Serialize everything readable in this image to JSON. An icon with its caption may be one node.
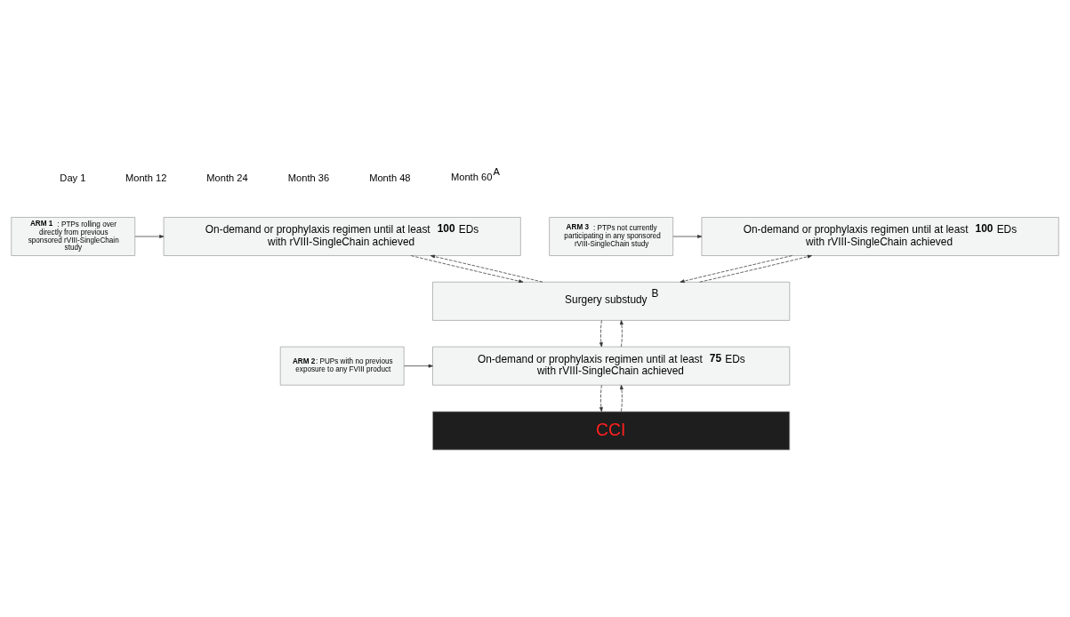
{
  "diagram": {
    "nodes": [
      {
        "text": [
          "**ARM 1**: PTPs rolling over directly from previous sponsored rVIII-SingleChain study"
        ]
      },
      {
        "text": [
          "On-demand or prophylaxis regimen until at least **100** EDs with rVIII-SingleChain achieved"
        ]
      },
      {
        "text": [
          "**ARM 3**: PTPs not currently participating in any sponsored rVIII-SingleChain study"
        ]
      },
      {
        "text": [
          "On-demand or prophylaxis regimen until at least **100** EDs with rVIII-SingleChain achieved"
        ]
      },
      {
        "text": [
          "Surgery substudy $^{B}$"
        ]
      },
      {
        "text": [
          "**ARM 2**: PUPs with no previous exposure to any FVIII product"
        ]
      },
      {
        "text": [
          "On-demand or prophylaxis regimen until at least **75** EDs with rVIII-SingleChain achieved"
        ]
      },
      {
        "text": [
          "CCI"
        ]
      }
    ],
    "edges": [
      {
        "from": 0,
        "to": 1,
        "arrow": "to"
      },
      {
        "from": 2,
        "to": 3,
        "arrow": "to"
      },
      {
        "from": 1,
        "to": 4,
        "arrow": "to",
        "style": "dashed"
      },
      {
        "from": 3,
        "to": 4,
        "arrow": "to",
        "style": "dashed"
      },
      {
        "from": 4,
        "to": 1,
        "arrow": "to",
        "style": "dashed"
      },
      {
        "from": 4,
        "to": 3,
        "arrow": "to",
        "style": "dashed"
      },
      {
        "from": 6,
        "to": 4,
        "arrow": "to",
        "style": "dashed"
      },
      {
        "from": 4,
        "to": 6,
        "arrow": "to",
        "style": "dashed"
      },
      {
        "from": 5,
        "to": 6,
        "arrow": "to"
      },
      {
        "from": 6,
        "to": 7,
        "arrow": "to",
        "style": "dashed"
      },
      {
        "from": 7,
        "to": 6,
        "arrow": "to",
        "style": "dashed"
      }
    ],
    "labels": [
      "Day 1",
      "Month 12",
      "Month 24",
      "Month 36",
      "Month 48",
      "Month 60$^{A}$"
    ]
  }
}
